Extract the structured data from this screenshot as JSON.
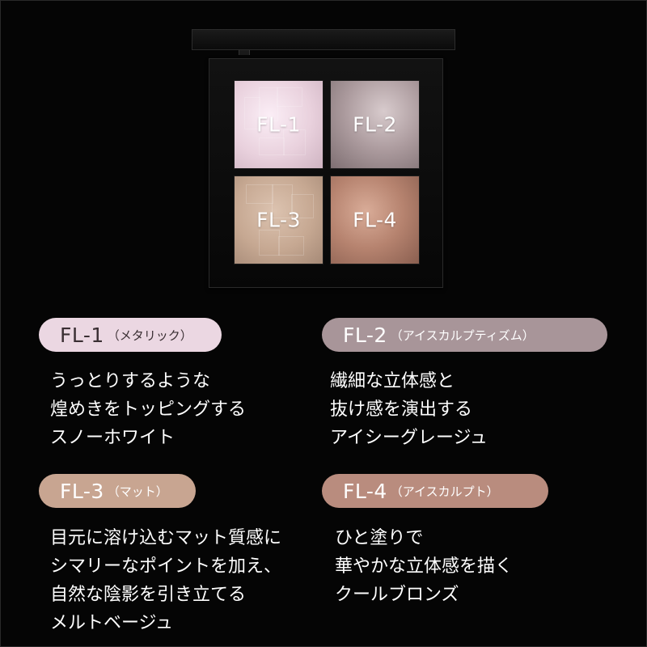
{
  "pans": [
    {
      "code": "FL-1",
      "color": "#e9d1dd"
    },
    {
      "code": "FL-2",
      "color": "#ac9b9e"
    },
    {
      "code": "FL-3",
      "color": "#c6a892"
    },
    {
      "code": "FL-4",
      "color": "#b6836f"
    }
  ],
  "shades": [
    {
      "code": "FL-1",
      "finish": "（メタリック）",
      "pill_color": "#ebd7e2",
      "description": [
        "うっとりするような",
        "煌めきをトッピングする",
        "スノーホワイト"
      ]
    },
    {
      "code": "FL-2",
      "finish": "（アイスカルプティズム）",
      "pill_color": "#a89599",
      "description": [
        "繊細な立体感と",
        "抜け感を演出する",
        "アイシーグレージュ"
      ]
    },
    {
      "code": "FL-3",
      "finish": "（マット）",
      "pill_color": "#c8a591",
      "description": [
        "目元に溶け込むマット質感に",
        "シマリーなポイントを加え、",
        "自然な陰影を引き立てる",
        "メルトベージュ"
      ]
    },
    {
      "code": "FL-4",
      "finish": "（アイスカルプト）",
      "pill_color": "#b98c7e",
      "description": [
        "ひと塗りで",
        "華やかな立体感を描く",
        "クールブロンズ"
      ]
    }
  ]
}
